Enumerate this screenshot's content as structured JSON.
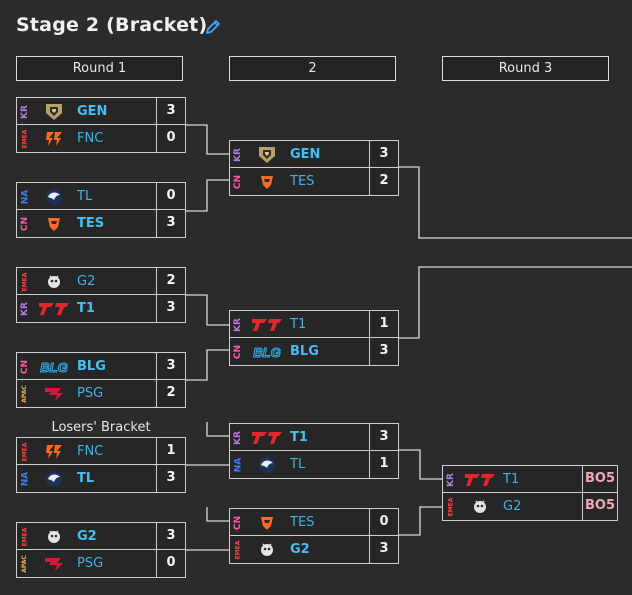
{
  "page": {
    "title": "Stage 2 (Bracket)"
  },
  "rounds": [
    {
      "label": "Round 1"
    },
    {
      "label": "2"
    },
    {
      "label": "Round 3"
    }
  ],
  "losers_label": "Losers' Bracket",
  "colors": {
    "region_kr": "#b07ee0",
    "region_na": "#3f7df0",
    "region_cn": "#ff5aa8",
    "region_emea": "#ff4040",
    "region_apac": "#e7b33e",
    "team_text": "#46c0f2",
    "bo_text": "#f2a7b4"
  },
  "matches": [
    {
      "id": "r1m1",
      "teams": [
        {
          "region": "KR",
          "logo": "gen-logo",
          "name": "GEN",
          "score": "3",
          "winner": true
        },
        {
          "region": "EMEA",
          "logo": "fnc-logo",
          "name": "FNC",
          "score": "0",
          "winner": false
        }
      ]
    },
    {
      "id": "r1m2",
      "teams": [
        {
          "region": "NA",
          "logo": "tl-logo",
          "name": "TL",
          "score": "0",
          "winner": false
        },
        {
          "region": "CN",
          "logo": "tes-logo",
          "name": "TES",
          "score": "3",
          "winner": true
        }
      ]
    },
    {
      "id": "r1m3",
      "teams": [
        {
          "region": "EMEA",
          "logo": "g2-logo",
          "name": "G2",
          "score": "2",
          "winner": false
        },
        {
          "region": "KR",
          "logo": "t1-logo",
          "name": "T1",
          "score": "3",
          "winner": true
        }
      ]
    },
    {
      "id": "r1m4",
      "teams": [
        {
          "region": "CN",
          "logo": "blg-logo",
          "name": "BLG",
          "score": "3",
          "winner": true
        },
        {
          "region": "APAC",
          "logo": "psg-logo",
          "name": "PSG",
          "score": "2",
          "winner": false
        }
      ]
    },
    {
      "id": "l1m1",
      "teams": [
        {
          "region": "EMEA",
          "logo": "fnc-logo",
          "name": "FNC",
          "score": "1",
          "winner": false
        },
        {
          "region": "NA",
          "logo": "tl-logo",
          "name": "TL",
          "score": "3",
          "winner": true
        }
      ]
    },
    {
      "id": "l1m2",
      "teams": [
        {
          "region": "EMEA",
          "logo": "g2-logo",
          "name": "G2",
          "score": "3",
          "winner": true
        },
        {
          "region": "APAC",
          "logo": "psg-logo",
          "name": "PSG",
          "score": "0",
          "winner": false
        }
      ]
    },
    {
      "id": "r2m1",
      "teams": [
        {
          "region": "KR",
          "logo": "gen-logo",
          "name": "GEN",
          "score": "3",
          "winner": true
        },
        {
          "region": "CN",
          "logo": "tes-logo",
          "name": "TES",
          "score": "2",
          "winner": false
        }
      ]
    },
    {
      "id": "r2m2",
      "teams": [
        {
          "region": "KR",
          "logo": "t1-logo",
          "name": "T1",
          "score": "1",
          "winner": false
        },
        {
          "region": "CN",
          "logo": "blg-logo",
          "name": "BLG",
          "score": "3",
          "winner": true
        }
      ]
    },
    {
      "id": "l2m1",
      "teams": [
        {
          "region": "KR",
          "logo": "t1-logo",
          "name": "T1",
          "score": "3",
          "winner": true
        },
        {
          "region": "NA",
          "logo": "tl-logo",
          "name": "TL",
          "score": "1",
          "winner": false
        }
      ]
    },
    {
      "id": "l2m2",
      "teams": [
        {
          "region": "CN",
          "logo": "tes-logo",
          "name": "TES",
          "score": "0",
          "winner": false
        },
        {
          "region": "EMEA",
          "logo": "g2-logo",
          "name": "G2",
          "score": "3",
          "winner": true
        }
      ]
    },
    {
      "id": "l3m1",
      "teams": [
        {
          "region": "KR",
          "logo": "t1-logo",
          "name": "T1",
          "score": "BO5",
          "winner": false
        },
        {
          "region": "EMEA",
          "logo": "g2-logo",
          "name": "G2",
          "score": "BO5",
          "winner": false
        }
      ]
    }
  ]
}
